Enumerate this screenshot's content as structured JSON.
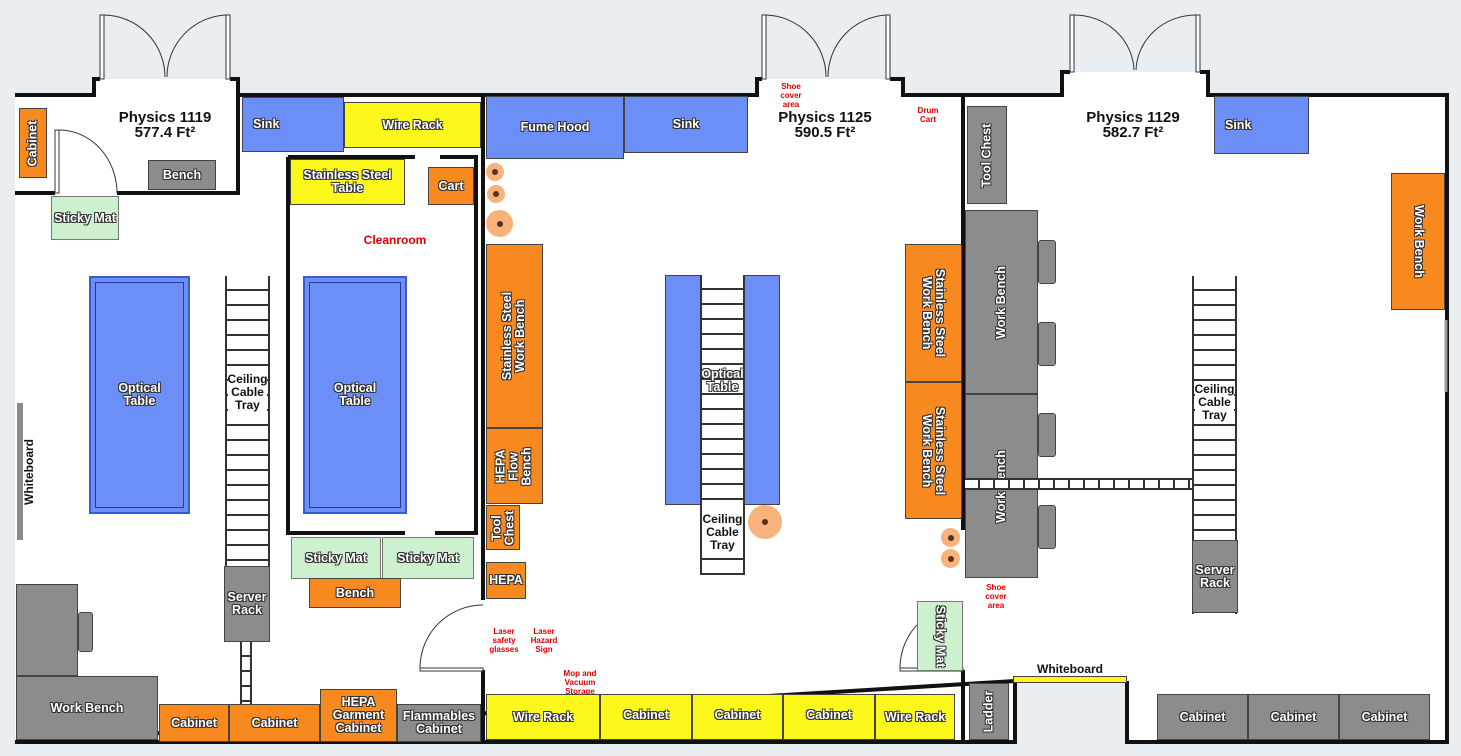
{
  "rooms": {
    "r1119": {
      "name": "Physics 1119",
      "area": "577.4 Ft²"
    },
    "r1125": {
      "name": "Physics 1125",
      "area": "590.5 Ft²"
    },
    "r1129": {
      "name": "Physics 1129",
      "area": "582.7 Ft²"
    }
  },
  "room1119": {
    "cabinet_top": "Cabinet",
    "bench": "Bench",
    "sticky_mat": "Sticky Mat",
    "optical_table": "Optical\nTable",
    "cable_tray": "Ceiling\nCable\nTray",
    "server_rack": "Server\nRack",
    "whiteboard": "Whiteboard",
    "work_bench": "Work Bench",
    "cabinet1": "Cabinet",
    "cabinet2": "Cabinet",
    "hepa_garment": "HEPA\nGarment\nCabinet",
    "flammables": "Flammables\nCabinet",
    "sink": "Sink",
    "wire_rack": "Wire Rack",
    "ss_table": "Stainless Steel\nTable",
    "cart": "Cart",
    "cleanroom": "Cleanroom",
    "optical_table2": "Optical\nTable",
    "sticky_mat2": "Sticky Mat",
    "sticky_mat3": "Sticky Mat",
    "bench2": "Bench"
  },
  "room1125": {
    "fume_hood": "Fume Hood",
    "sink": "Sink",
    "shoe_cover": "Shoe\ncover\narea",
    "drum_cart": "Drum\nCart",
    "ss_work_bench_left": "Stainless Steel\nWork Bench",
    "hepa_flow": "HEPA\nFlow\nBench",
    "tool_chest": "Tool\nChest",
    "hepa": "HEPA",
    "optical_table": "Optical\nTable",
    "cable_tray": "Ceiling\nCable\nTray",
    "ss_work_bench_r1": "Stainless Steel\nWork Bench",
    "ss_work_bench_r2": "Stainless Steel\nWork Bench",
    "sticky_mat": "Sticky Mat",
    "laser_glasses": "Laser\nsafety\nglasses",
    "laser_sign": "Laser\nHazard\nSign",
    "mop": "Mop and\nVacuum\nStorage",
    "bottom_row": [
      "Wire Rack",
      "Cabinet",
      "Cabinet",
      "Cabinet",
      "Wire Rack"
    ]
  },
  "room1129": {
    "tool_chest": "Tool Chest",
    "work_bench1": "Work Bench",
    "work_bench2": "Work Bench",
    "sink": "Sink",
    "work_bench_right": "Work Bench",
    "cable_tray": "Ceiling\nCable\nTray",
    "server_rack": "Server\nRack",
    "shoe_cover": "Shoe\ncover\narea",
    "whiteboard": "Whiteboard",
    "ladder": "Ladder",
    "cabinets": [
      "Cabinet",
      "Cabinet",
      "Cabinet"
    ]
  },
  "colors": {
    "orange": "#f7891f",
    "blue": "#6b8ff7",
    "yellow": "#fbf71a",
    "gray": "#8c8c8c",
    "green": "#cdf0cf",
    "red": "#e00000"
  }
}
